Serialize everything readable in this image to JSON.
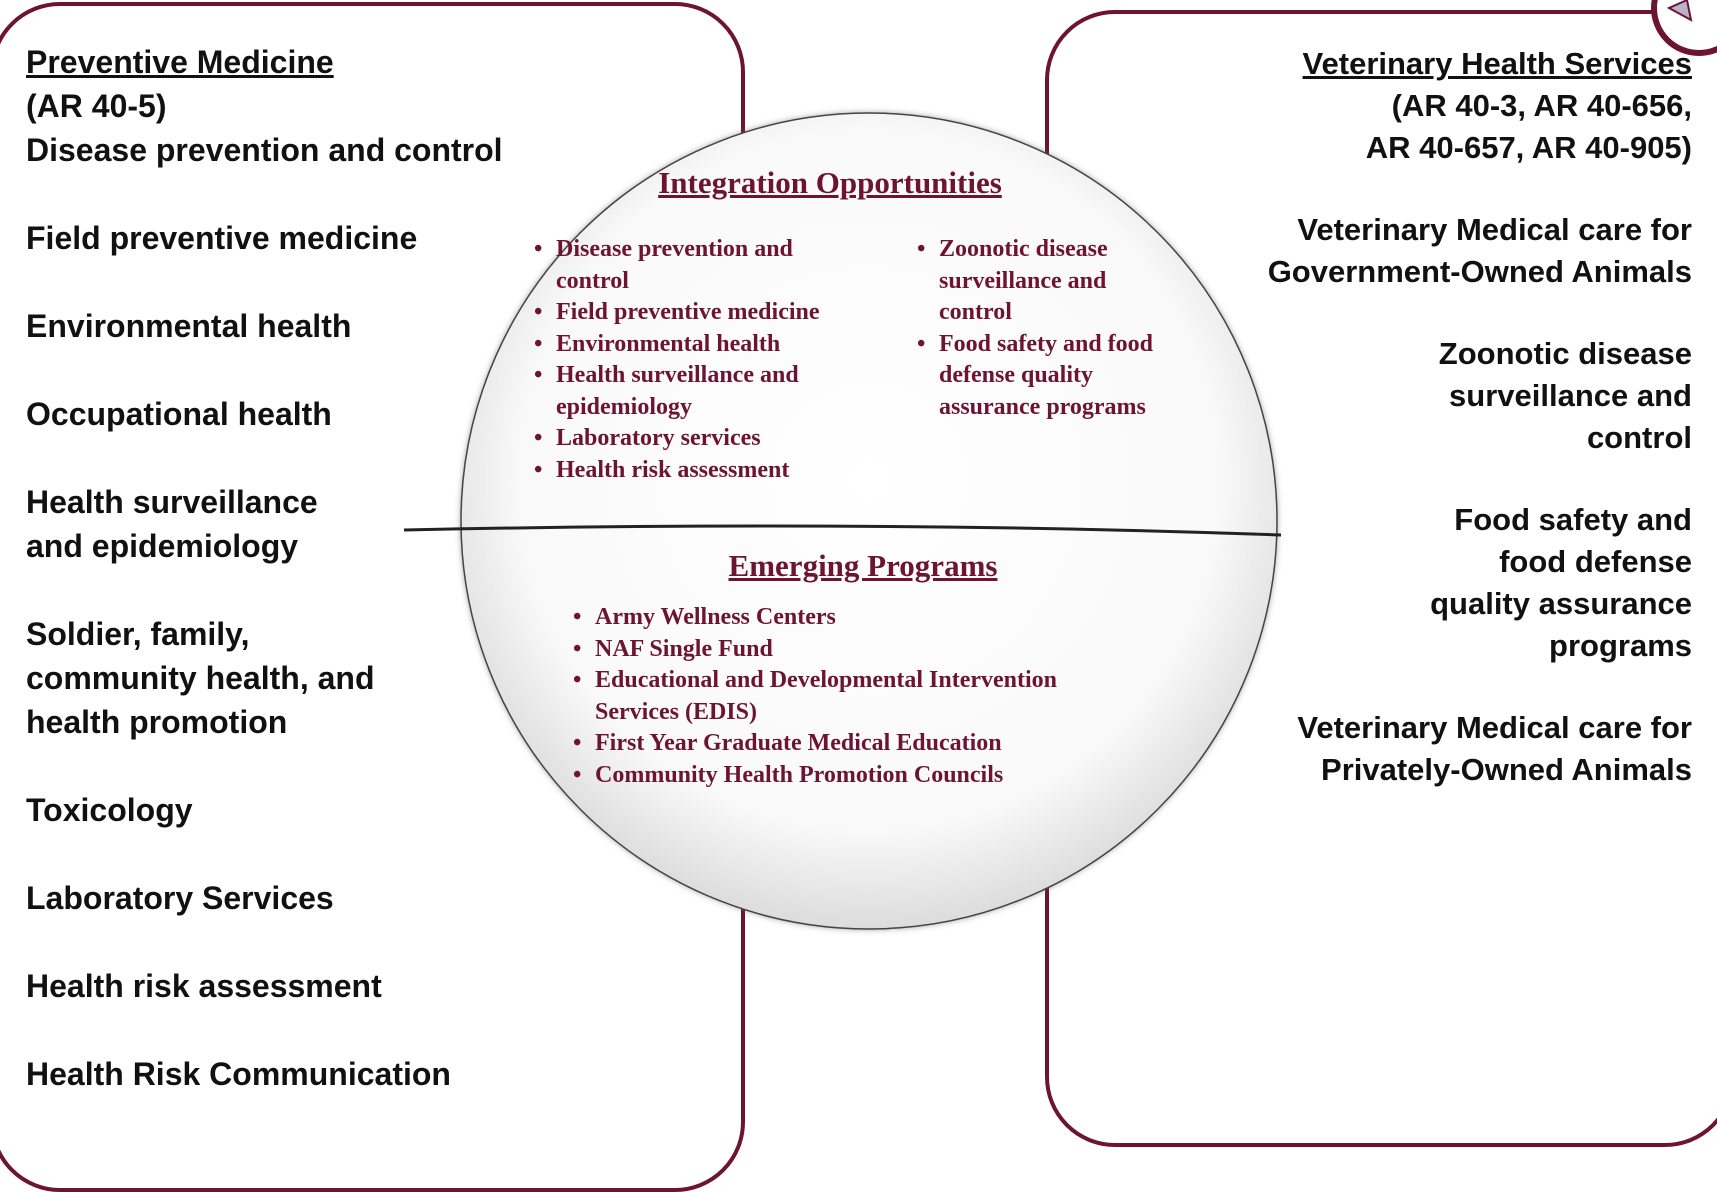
{
  "colors": {
    "accent": "#6d1432",
    "text": "#111111",
    "circle_fill": "#f7f6f6",
    "divider": "#222222"
  },
  "left_panel": {
    "heading": "Preventive Medicine",
    "regulation": "(AR 40-5)",
    "items": [
      "Disease prevention and control",
      "Field preventive medicine",
      "Environmental health",
      "Occupational health",
      "Health surveillance and epidemiology",
      "Soldier, family, community health, and health promotion",
      "Toxicology",
      "Laboratory Services",
      "Health risk assessment",
      "Health Risk Communication"
    ]
  },
  "right_panel": {
    "heading": "Veterinary Health Services",
    "regulation_line1": "(AR 40-3, AR 40-656,",
    "regulation_line2": "AR 40-657, AR 40-905)",
    "items": [
      "Veterinary Medical care for Government-Owned Animals",
      "Zoonotic disease surveillance and control",
      "Food safety and food defense quality assurance programs",
      "Veterinary Medical care for Privately-Owned Animals"
    ]
  },
  "integration": {
    "title": "Integration Opportunities",
    "col1": [
      "Disease prevention and control",
      "Field preventive medicine",
      "Environmental health",
      "Health surveillance and epidemiology",
      "Laboratory services",
      "Health risk assessment"
    ],
    "col2": [
      "Zoonotic disease surveillance and control",
      "Food safety and food defense quality assurance programs"
    ]
  },
  "emerging": {
    "title": "Emerging Programs",
    "items": [
      "Army Wellness Centers",
      "NAF Single Fund",
      "Educational and Developmental  Intervention Services (EDIS)",
      "First Year Graduate Medical Education",
      "Community Health Promotion Councils"
    ]
  },
  "logo_icon": "emblem-icon"
}
